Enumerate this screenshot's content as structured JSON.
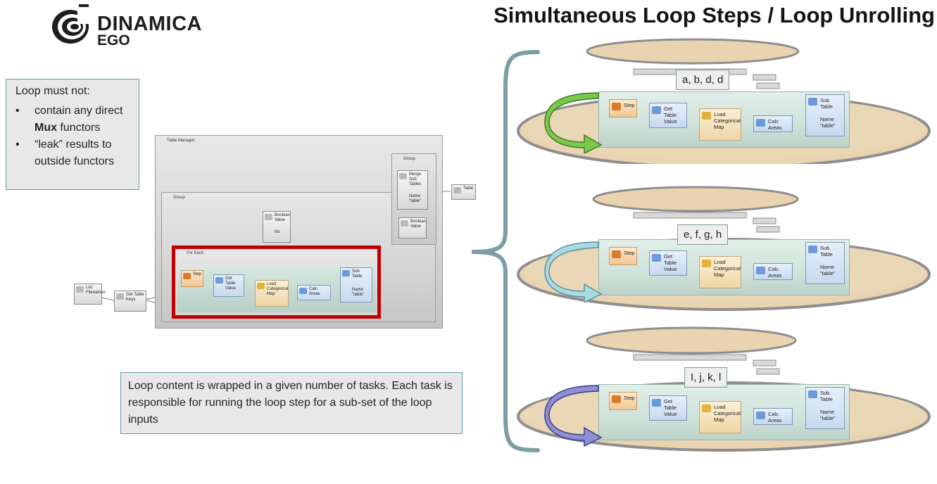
{
  "logo": {
    "word1": "DINAMICA",
    "word2": "EGO"
  },
  "title": "Simultaneous Loop Steps / Loop Unrolling",
  "note_constraints": {
    "heading": "Loop must not:",
    "items": [
      {
        "prefix": "contain any direct ",
        "bold": "Mux",
        "suffix": " functors"
      },
      {
        "prefix": "“leak” results to outside functors",
        "bold": "",
        "suffix": ""
      }
    ]
  },
  "note_tasks": {
    "text": "Loop content is wrapped in a given number of tasks. Each task is responsible for running the loop step for a sub-set of the loop inputs"
  },
  "flow": {
    "table_manager": "Table Manager",
    "group_outer": "Group",
    "group_right": "Group",
    "for_each": "For Each",
    "merge_sub_tables": [
      "Merge",
      "Sub Tables"
    ],
    "merge_name": [
      "Name",
      "\"table\""
    ],
    "table_out": "Table",
    "boolean_value_1": [
      "Boolean",
      "Value"
    ],
    "boolean_no": "No",
    "boolean_value_2": [
      "Boolean",
      "Value"
    ],
    "list_filenames": [
      "List",
      "Filenames"
    ],
    "get_table_keys": [
      "Get Table",
      "Keys"
    ],
    "step": "Step",
    "get_table_value": [
      "Get Table",
      "Value"
    ],
    "load_categorical_map": [
      "Load",
      "Categorical",
      "Map"
    ],
    "calc_areas": "Calc Areas",
    "sub_table": "Sub Table",
    "sub_table_name": [
      "Name",
      "\"table\""
    ]
  },
  "tasks": [
    {
      "label": "a, b, d, d",
      "arrow_color": "#7bc94a"
    },
    {
      "label": "e, f, g, h",
      "arrow_color": "#a9d9e2"
    },
    {
      "label": "I, j, k, l",
      "arrow_color": "#8f8fd2"
    }
  ],
  "task_nodes": {
    "step": "Step",
    "get_table_value": [
      "Get Table",
      "Value"
    ],
    "load_categorical_map": [
      "Load",
      "Categorical",
      "Map"
    ],
    "calc_areas": "Calc Areas",
    "sub_table": "Sub Table",
    "sub_table_name": [
      "Name",
      "\"table\""
    ]
  },
  "colors": {
    "highlight_red": "#c00000",
    "brace": "#7d9ea4",
    "note_border": "#5e9ea6",
    "pot": "#e9d3b0"
  }
}
